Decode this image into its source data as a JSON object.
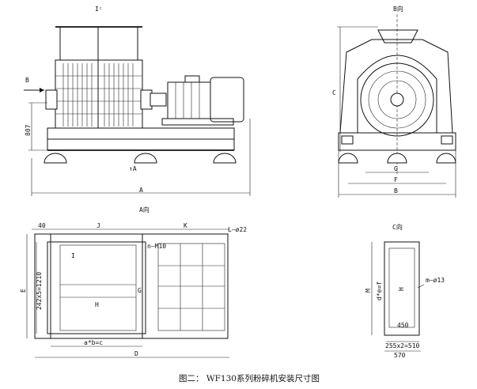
{
  "views": {
    "front_marker": "Iᶜ",
    "b_view_title": "B向",
    "a_view_title": "A向",
    "c_view_title": "C向"
  },
  "front_view": {
    "arrow_b": "B",
    "height_807": "807",
    "arrow_a": "↑A",
    "dim_a": "A"
  },
  "side_view": {
    "dim_c": "C",
    "dim_g": "G",
    "dim_f": "F",
    "dim_b": "B"
  },
  "plan_view": {
    "dim_40": "40",
    "dim_j": "J",
    "dim_k": "K",
    "hole_l": "L–ø22",
    "hole_n": "n–M10",
    "label_i": "I",
    "label_h": "H",
    "label_g": "G",
    "label_e": "E",
    "dim_vertical": "242x5=1210",
    "dim_ab": "a*b=c",
    "dim_d": "D"
  },
  "c_view": {
    "hole_m": "m–ø13",
    "dim_m": "M",
    "dim_de": "d*e=f",
    "label_h": "H",
    "dim_450": "450",
    "dim_255": "255x2=510",
    "dim_570": "570"
  },
  "caption": "图二： WF130系列粉碎机安装尺寸图"
}
